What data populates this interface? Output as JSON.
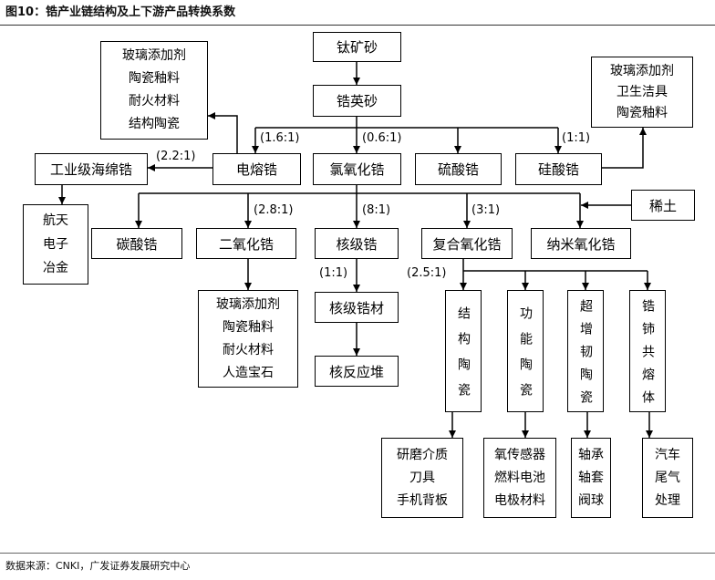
{
  "header": {
    "title": "图10：锆产业链结构及上下游产品转换系数"
  },
  "footer": {
    "source": "数据来源：CNKI，广发证券发展研究中心"
  },
  "nodes": {
    "titanium_ore_sand": "钛矿砂",
    "zircon_sand": "锆英砂",
    "fused_zirconia": "电熔锆",
    "zirconium_oxychloride": "氯氧化锆",
    "zirconium_sulfate": "硫酸锆",
    "zirconium_silicate": "硅酸锆",
    "sponge_zirconium": "工业级海绵锆",
    "zirconium_carbonate": "碳酸锆",
    "zirconium_dioxide": "二氧化锆",
    "nuclear_grade_zirconium": "核级锆",
    "composite_zirconia": "复合氧化锆",
    "nano_zirconia": "纳米氧化锆",
    "rare_earth": "稀土",
    "nuclear_zirconium_material": "核级锆材",
    "nuclear_reactor": "核反应堆",
    "structural_ceramics": "结构陶瓷",
    "functional_ceramics": "功能陶瓷",
    "super_toughened_ceramics": "超增韧陶瓷",
    "zr_ce_eutectic": "锆铈共熔体"
  },
  "uses": {
    "fused_zirconia": [
      "玻璃添加剂",
      "陶瓷釉料",
      "耐火材料",
      "结构陶瓷"
    ],
    "zirconium_silicate": [
      "玻璃添加剂",
      "卫生洁具",
      "陶瓷釉料"
    ],
    "sponge_zirconium": [
      "航天",
      "电子",
      "冶金"
    ],
    "zirconium_dioxide": [
      "玻璃添加剂",
      "陶瓷釉料",
      "耐火材料",
      "人造宝石"
    ],
    "structural_ceramics": [
      "研磨介质",
      "刀具",
      "手机背板"
    ],
    "functional_ceramics": [
      "氧传感器",
      "燃料电池",
      "电极材料"
    ],
    "super_toughened_ceramics": [
      "轴承",
      "轴套",
      "阀球"
    ],
    "zr_ce_eutectic": [
      "汽车",
      "尾气",
      "处理"
    ]
  },
  "ratios": {
    "zircon_to_fused": "(1.6:1)",
    "zircon_to_oxychloride": "(0.6:1)",
    "zircon_to_silicate": "(1:1)",
    "fused_to_sponge": "(2.2:1)",
    "oxychloride_to_dioxide": "(2.8:1)",
    "oxychloride_to_nuclear": "(8:1)",
    "oxychloride_to_composite": "(3:1)",
    "nuclear_to_material": "(1:1)",
    "composite_to_ceramics": "(2.5:1)"
  }
}
